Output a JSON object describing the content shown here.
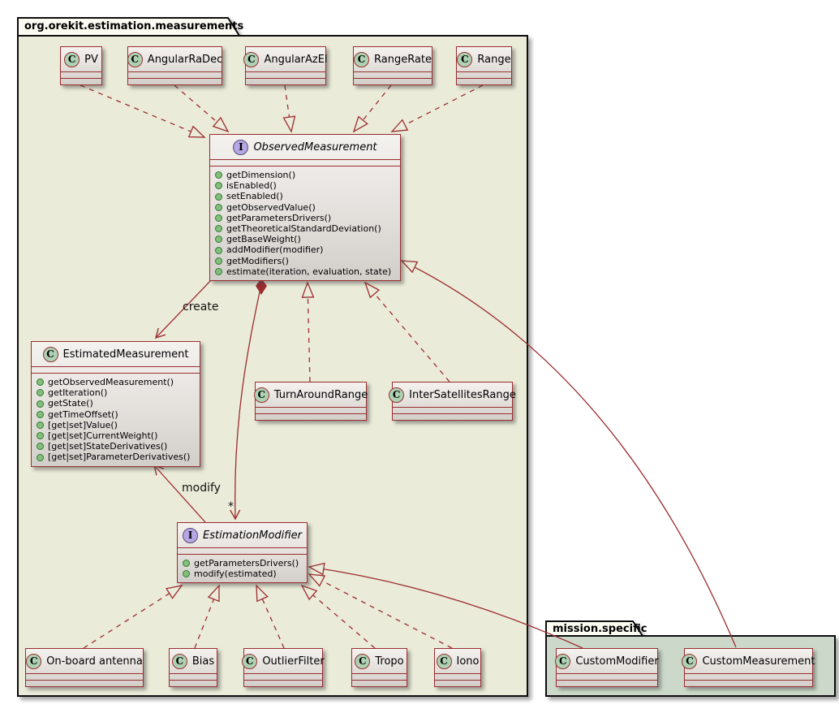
{
  "packages": {
    "main": {
      "label": "org.orekit.estimation.measurements"
    },
    "mission": {
      "label": "mission.specific"
    }
  },
  "edge_labels": {
    "create": "create",
    "modify": "modify",
    "multiplicity_star": "*"
  },
  "nodes": {
    "pv": {
      "icon": "C",
      "name": "PV"
    },
    "angular_ra_dec": {
      "icon": "C",
      "name": "AngularRaDec"
    },
    "angular_az_el": {
      "icon": "C",
      "name": "AngularAzEl"
    },
    "range_rate": {
      "icon": "C",
      "name": "RangeRate"
    },
    "range": {
      "icon": "C",
      "name": "Range"
    },
    "observed_measurement": {
      "icon": "I",
      "name": "ObservedMeasurement",
      "methods": [
        "getDimension()",
        "isEnabled()",
        "setEnabled()",
        "getObservedValue()",
        "getParametersDrivers()",
        "getTheoreticalStandardDeviation()",
        "getBaseWeight()",
        "addModifier(modifier)",
        "getModifiers()",
        "estimate(iteration, evaluation, state)"
      ]
    },
    "estimated_measurement": {
      "icon": "C",
      "name": "EstimatedMeasurement",
      "methods": [
        "getObservedMeasurement()",
        "getIteration()",
        "getState()",
        "getTimeOffset()",
        "[get|set]Value()",
        "[get|set]CurrentWeight()",
        "[get|set]StateDerivatives()",
        "[get|set]ParameterDerivatives()"
      ]
    },
    "turn_around_range": {
      "icon": "C",
      "name": "TurnAroundRange"
    },
    "inter_satellites_range": {
      "icon": "C",
      "name": "InterSatellitesRange"
    },
    "estimation_modifier": {
      "icon": "I",
      "name": "EstimationModifier",
      "methods": [
        "getParametersDrivers()",
        "modify(estimated)"
      ]
    },
    "on_board_antenna": {
      "icon": "C",
      "name": "On-board antenna"
    },
    "bias": {
      "icon": "C",
      "name": "Bias"
    },
    "outlier_filter": {
      "icon": "C",
      "name": "OutlierFilter"
    },
    "tropo": {
      "icon": "C",
      "name": "Tropo"
    },
    "iono": {
      "icon": "C",
      "name": "Iono"
    },
    "custom_modifier": {
      "icon": "C",
      "name": "CustomModifier"
    },
    "custom_measurement": {
      "icon": "C",
      "name": "CustomMeasurement"
    }
  },
  "edges": [
    {
      "from": "PV",
      "to": "ObservedMeasurement",
      "type": "dashed-realization"
    },
    {
      "from": "AngularRaDec",
      "to": "ObservedMeasurement",
      "type": "dashed-realization"
    },
    {
      "from": "AngularAzEl",
      "to": "ObservedMeasurement",
      "type": "dashed-realization"
    },
    {
      "from": "RangeRate",
      "to": "ObservedMeasurement",
      "type": "dashed-realization"
    },
    {
      "from": "Range",
      "to": "ObservedMeasurement",
      "type": "dashed-realization"
    },
    {
      "from": "TurnAroundRange",
      "to": "ObservedMeasurement",
      "type": "dashed-realization"
    },
    {
      "from": "InterSatellitesRange",
      "to": "ObservedMeasurement",
      "type": "dashed-realization"
    },
    {
      "from": "ObservedMeasurement",
      "to": "EstimatedMeasurement",
      "type": "directed-association",
      "label": "create"
    },
    {
      "from": "ObservedMeasurement",
      "to": "EstimationModifier",
      "type": "composition",
      "multiplicity": "*"
    },
    {
      "from": "EstimationModifier",
      "to": "EstimatedMeasurement",
      "type": "directed-association",
      "label": "modify"
    },
    {
      "from": "On-board antenna",
      "to": "EstimationModifier",
      "type": "dashed-realization"
    },
    {
      "from": "Bias",
      "to": "EstimationModifier",
      "type": "dashed-realization"
    },
    {
      "from": "OutlierFilter",
      "to": "EstimationModifier",
      "type": "dashed-realization"
    },
    {
      "from": "Tropo",
      "to": "EstimationModifier",
      "type": "dashed-realization"
    },
    {
      "from": "Iono",
      "to": "EstimationModifier",
      "type": "dashed-realization"
    },
    {
      "from": "CustomModifier",
      "to": "EstimationModifier",
      "type": "generalization"
    },
    {
      "from": "CustomMeasurement",
      "to": "ObservedMeasurement",
      "type": "generalization"
    }
  ],
  "colors": {
    "edge": "#9b2d30",
    "box_border": "#9b2d30",
    "class_icon_bg": "#ADD1B2",
    "interface_icon_bg": "#B4A7E5",
    "method_bullet": "#85be7d",
    "package_main_bg": "#EBEBD9",
    "package_mission_bg": "#CCD9CA",
    "package_tab_bg": "#FBFBF2",
    "package_border": "#111111"
  }
}
